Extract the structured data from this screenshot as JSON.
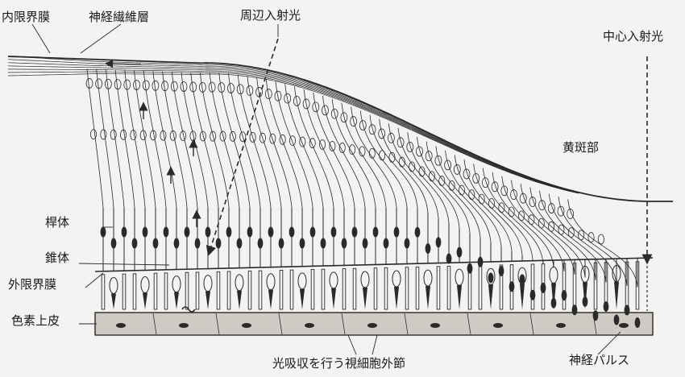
{
  "figure": {
    "ink_color": "#2a2a2a",
    "paper_color": "#f4f3f1",
    "epithelium_color": "#cfcac3",
    "labels": {
      "inner_limiting_membrane": "内限界膜",
      "nerve_fiber_layer": "神経繊維層",
      "peripheral_incident_light": "周辺入射光",
      "central_incident_light": "中心入射光",
      "macula": "黄斑部",
      "rod": "桿体",
      "cone": "錐体",
      "outer_limiting_membrane": "外限界膜",
      "pigment_epithelium": "色素上皮",
      "photoreceptor_outer_segment": "光吸収を行う視細胞外節",
      "nerve_pulse": "神経パルス"
    }
  }
}
